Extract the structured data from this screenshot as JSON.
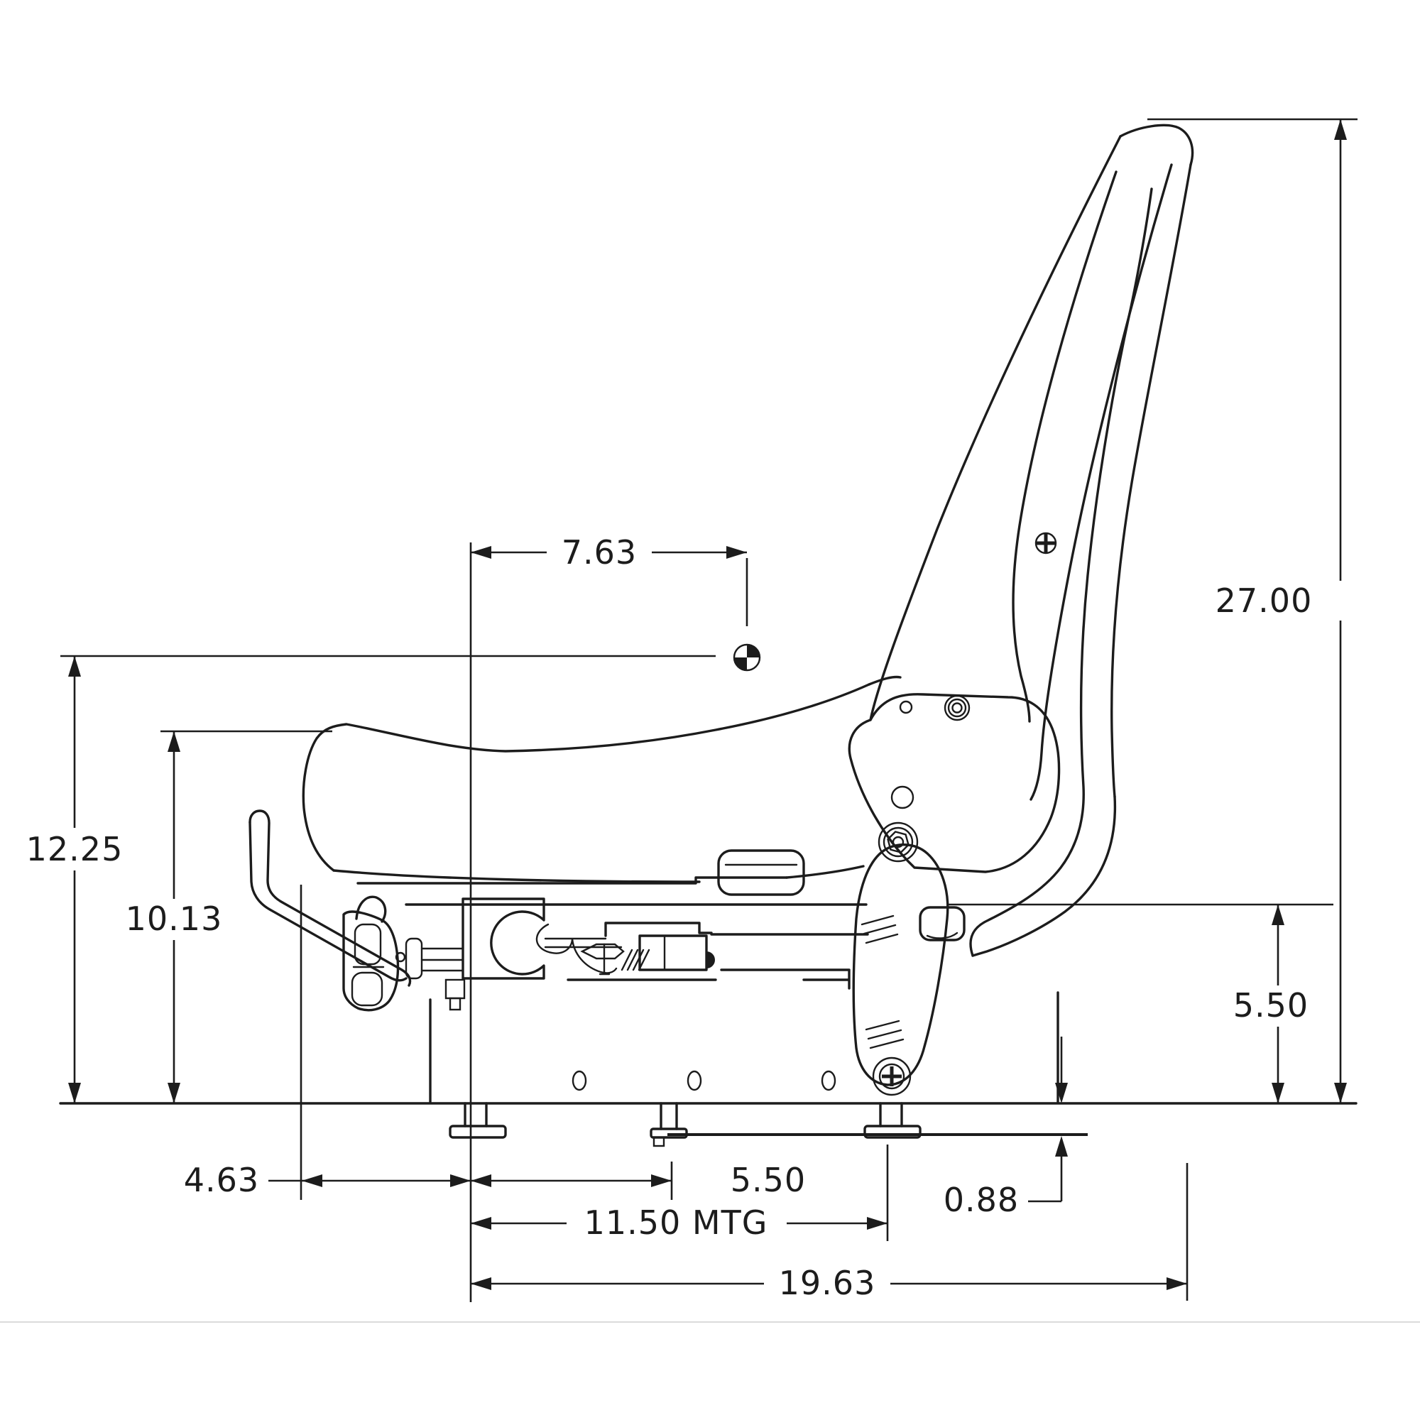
{
  "figure": {
    "type": "technical-dimension-drawing",
    "subject": "suspension seat side view",
    "background": "#ffffff",
    "line_color": "#1c1c1c",
    "divider_color": "#dbdbdb"
  },
  "labels": {
    "cg_offset": "7.63",
    "overall_height": "27.00",
    "seat_height": "12.25",
    "cushion_height": "10.13",
    "suspension_height": "5.50",
    "front_offset": "4.63",
    "stud_offset": "5.50",
    "mount_drop": "0.88",
    "mounting_centers": "11.50 MTG",
    "overall_length": "19.63"
  }
}
